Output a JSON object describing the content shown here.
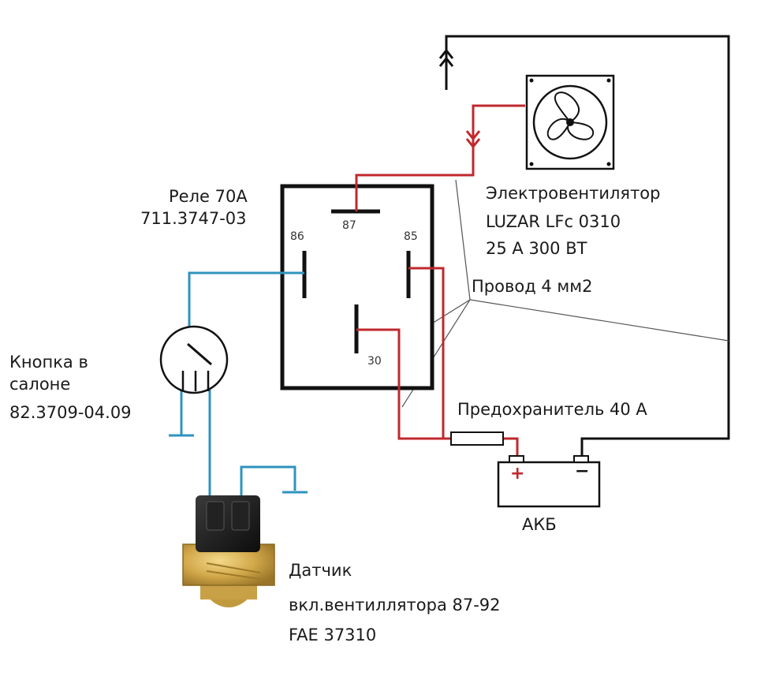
{
  "relay": {
    "title": "Реле 70А",
    "model": "711.3747-03",
    "pins": {
      "p86": "86",
      "p87": "87",
      "p85": "85",
      "p30": "30"
    }
  },
  "fan": {
    "title": "Электровентилятор",
    "model": "LUZAR LFc 0310",
    "rating": "25 А 300 ВТ"
  },
  "wire_note": "Провод 4 мм2",
  "fuse_label": "Предохранитель 40 А",
  "battery": {
    "label": "АКБ",
    "plus": "+",
    "minus": "−"
  },
  "button": {
    "title_line1": "Кнопка в",
    "title_line2": "салоне",
    "model": "82.3709-04.09"
  },
  "sensor": {
    "title": "Датчик",
    "description": "вкл.вентиллятора 87-92",
    "model": "FAE 37310"
  },
  "colors": {
    "power_wire": "#c0282d",
    "signal_wire": "#2f93bf",
    "ground_wire": "#111111",
    "note_wire": "#555555"
  }
}
